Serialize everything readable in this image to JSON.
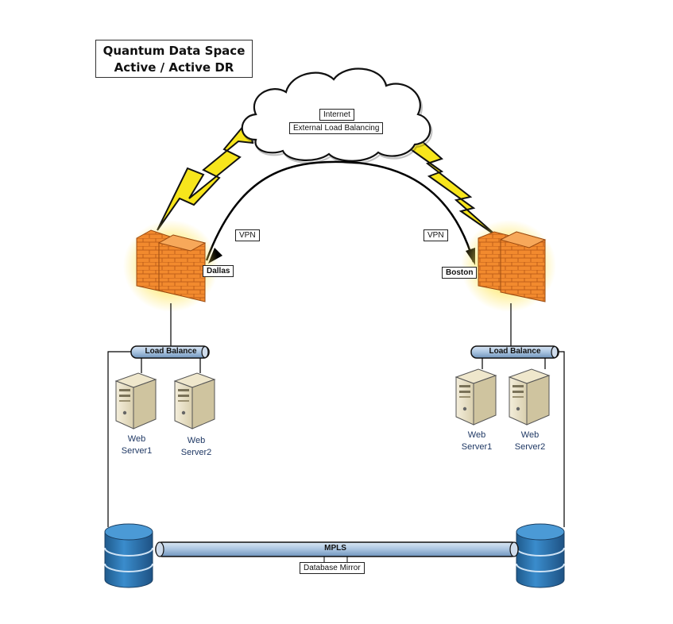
{
  "title": {
    "line1": "Quantum Data Space",
    "line2": "Active / Active  DR"
  },
  "internet": {
    "label": "Internet",
    "sublabel": "External Load Balancing"
  },
  "vpn": {
    "left": "VPN",
    "right": "VPN"
  },
  "sites": {
    "left": {
      "name": "Dallas",
      "load_balance": "Load Balance",
      "server1": [
        "Web",
        "Server1"
      ],
      "server2": [
        "Web",
        "Server2"
      ]
    },
    "right": {
      "name": "Boston",
      "load_balance": "Load Balance",
      "server1": [
        "Web",
        "Server1"
      ],
      "server2": [
        "Web",
        "Server2"
      ]
    }
  },
  "mpls": {
    "label": "MPLS",
    "sublabel": "Database Mirror"
  },
  "colors": {
    "pipe": "#a9c4e0",
    "firewall": "#f08a2c",
    "glow": "#ffe14d",
    "lightning": "#f7e51c",
    "database": "#2f79b4",
    "server_text": "#1f3864"
  },
  "icons": [
    "cloud-icon",
    "lightning-icon",
    "firewall-icon",
    "server-icon",
    "database-icon"
  ]
}
